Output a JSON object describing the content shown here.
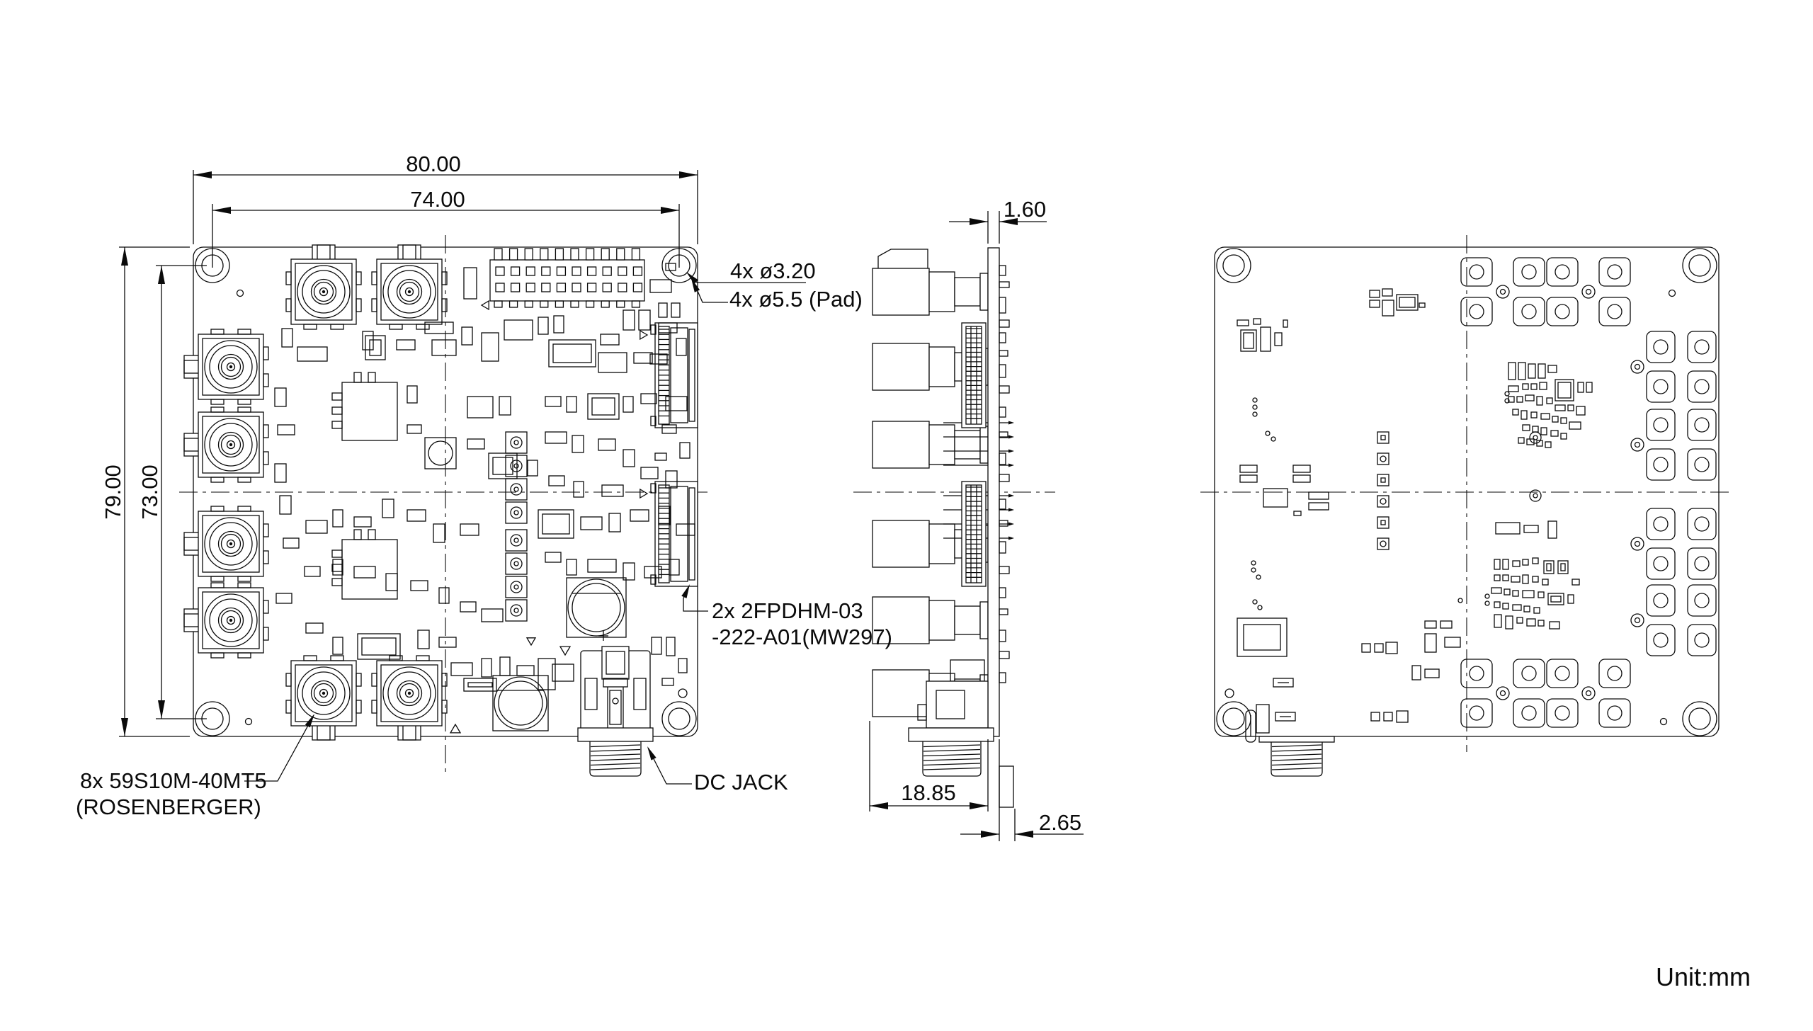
{
  "drawing": {
    "unit_note": "Unit:mm",
    "dims": {
      "board_width": "80.00",
      "hole_pitch_h": "74.00",
      "board_height": "79.00",
      "hole_pitch_v": "73.00",
      "pcb_thickness": "1.60",
      "dc_jack_protrusion": "18.85",
      "bottom_clearance": "2.65"
    },
    "labels": {
      "hole": "4x ø3.20",
      "pad": "4x ø5.5 (Pad)",
      "ffc_line1": "2x 2FPDHM-03",
      "ffc_line2": "-222-A01(MW297)",
      "coax_line1": "8x 59S10M-40MT5",
      "coax_line2": "(ROSENBERGER)",
      "dc_jack": "DC JACK"
    },
    "colors": {
      "line": "#0a0a0a",
      "background": "#ffffff"
    }
  }
}
